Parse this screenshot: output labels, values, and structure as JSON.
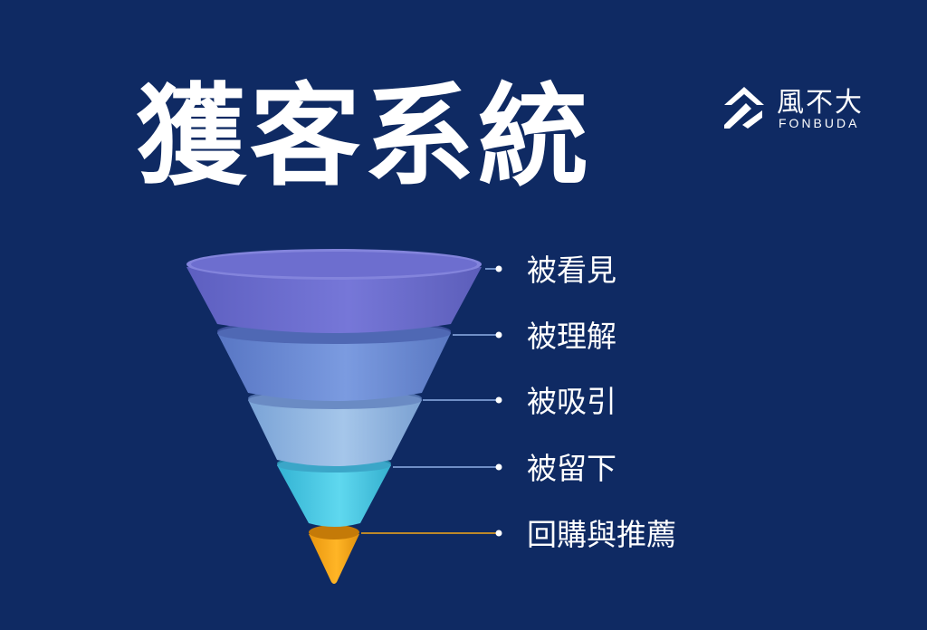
{
  "title": "獲客系統",
  "logo": {
    "name": "風不大",
    "subtitle": "FONBUDA"
  },
  "stages": [
    {
      "label": "被看見",
      "color": "#6f70d3"
    },
    {
      "label": "被理解",
      "color": "#6e8fd9"
    },
    {
      "label": "被吸引",
      "color": "#8db6e2"
    },
    {
      "label": "被留下",
      "color": "#46c9e2"
    },
    {
      "label": "回購與推薦",
      "color": "#f5a718"
    }
  ],
  "colors": {
    "background": "#0f2a63",
    "connector": "#8fb0e8",
    "connector_last": "#f5a718"
  }
}
